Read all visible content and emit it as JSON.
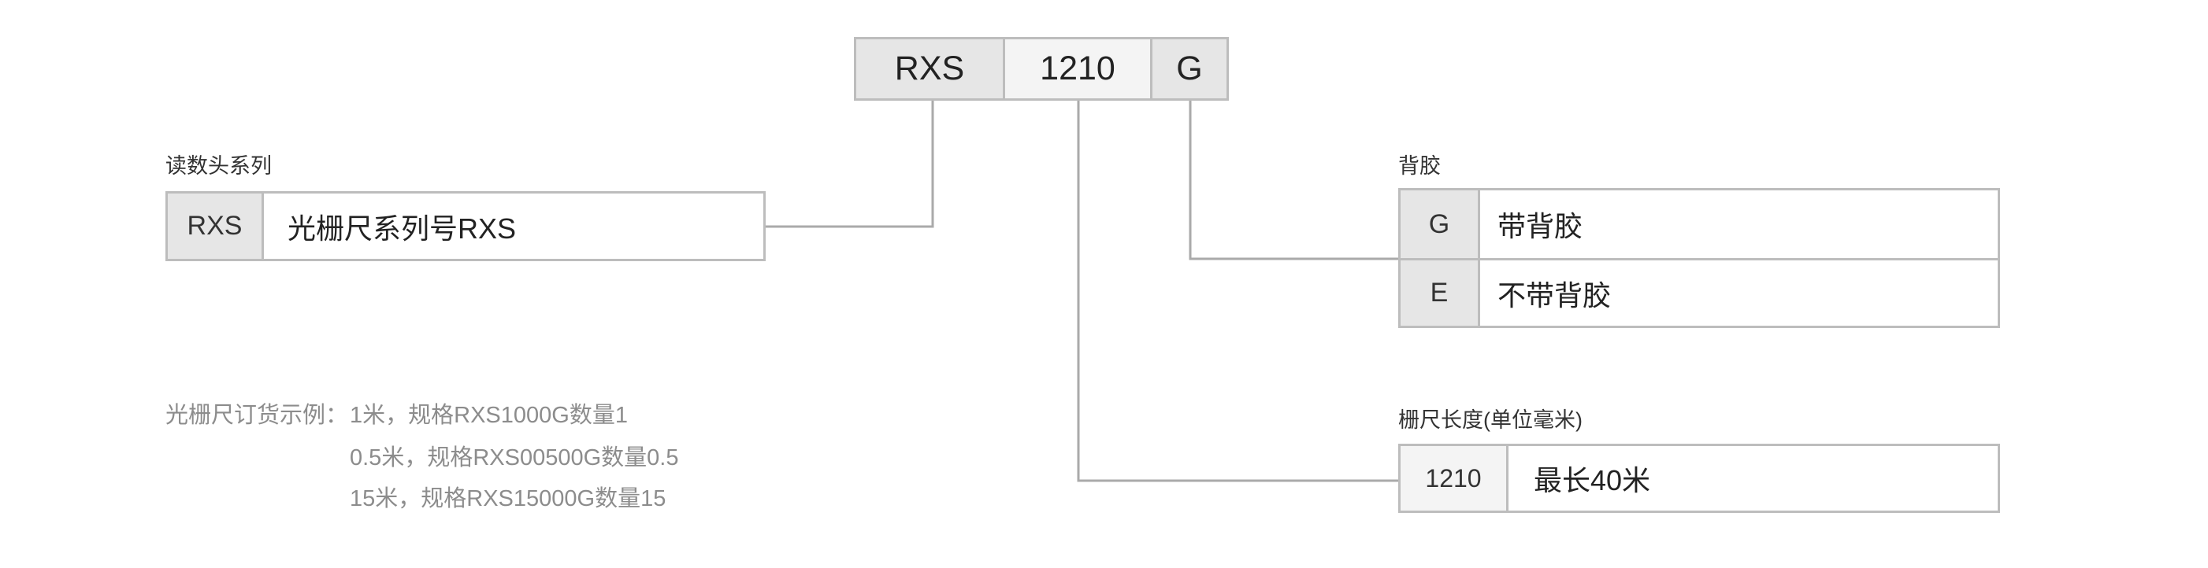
{
  "code": {
    "series": "RXS",
    "length": "1210",
    "backing": "G"
  },
  "series_section": {
    "label": "读数头系列",
    "rows": [
      {
        "code": "RXS",
        "desc": "光栅尺系列号RXS"
      }
    ]
  },
  "backing_section": {
    "label": "背胶",
    "rows": [
      {
        "code": "G",
        "desc": "带背胶"
      },
      {
        "code": "E",
        "desc": "不带背胶"
      }
    ]
  },
  "length_section": {
    "label": "栅尺长度(单位毫米)",
    "rows": [
      {
        "code": "1210",
        "desc": "最长40米"
      }
    ]
  },
  "example": {
    "label": "光栅尺订货示例：",
    "lines": [
      "1米，规格RXS1000G数量1",
      "0.5米，规格RXS00500G数量0.5",
      "15米，规格RXS15000G数量15"
    ]
  },
  "colors": {
    "line": "#aaaaaa",
    "border": "#bdbdbd",
    "code_cell": "#e6e6e6",
    "code_cell_light": "#f4f4f4",
    "example_text": "#8c8c8c"
  }
}
